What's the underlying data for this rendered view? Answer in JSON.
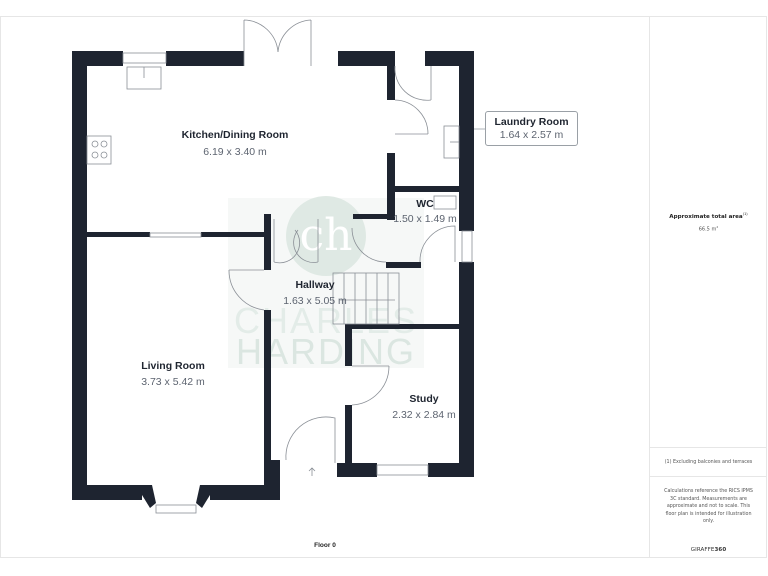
{
  "rooms": [
    {
      "name": "Kitchen/Dining Room",
      "dimensions": "6.19 x 3.40 m"
    },
    {
      "name": "Laundry Room",
      "dimensions": "1.64 x 2.57 m"
    },
    {
      "name": "WC",
      "dimensions": "1.50 x 1.49 m"
    },
    {
      "name": "Hallway",
      "dimensions": "1.63 x 5.05 m"
    },
    {
      "name": "Living Room",
      "dimensions": "3.73 x 5.42 m"
    },
    {
      "name": "Study",
      "dimensions": "2.32 x 2.84 m"
    }
  ],
  "floor_label": "Floor 0",
  "watermark": {
    "monogram": "ch",
    "line1": "CHARLES",
    "line2": "HARDING"
  },
  "side_panel": {
    "area_title": "Approximate total area",
    "area_title_note": "(1)",
    "area_value": "66.5 m",
    "area_unit_sup": "2",
    "footnote": "(1) Excluding balconies and terraces",
    "disclaimer": "Calculations reference the RICS IPMS 3C standard. Measurements are approximate and not to scale. This floor plan is intended for illustration only.",
    "brand_prefix": "GIRAFFE",
    "brand_suffix": "360"
  },
  "colors": {
    "wall": "#1e2430",
    "text_dark": "#1f2530",
    "text_dim": "#5d6470",
    "watermark": "#dfe9e4",
    "border": "#e6e6e6"
  }
}
